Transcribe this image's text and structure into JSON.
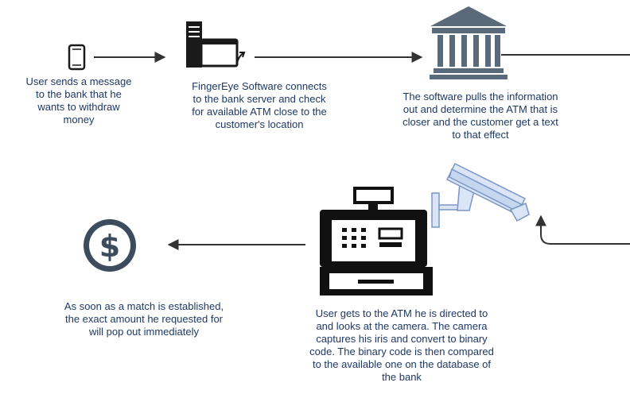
{
  "captions": {
    "user_message": [
      "User sends a message",
      "to the bank that he",
      "wants to withdraw",
      "money"
    ],
    "fingereye": [
      "FingerEye Software connects",
      "to the bank server and check",
      "for available ATM close to the",
      "customer's location"
    ],
    "software_pulls": [
      "The software pulls the information",
      "out and determine the ATM that is",
      "closer and the customer get a text",
      "to that effect"
    ],
    "atm_camera": [
      "User gets to the ATM he is directed to",
      "and looks at the camera. The camera",
      "captures his iris and convert to binary",
      "code. The binary code is then compared",
      "to the available one on the database of",
      "the bank"
    ],
    "cash_out": [
      "As soon as a match is established,",
      "the exact amount he requested for",
      "will pop out immediately"
    ]
  },
  "icons": {
    "phone": "phone-icon",
    "server": "server-icon",
    "bank": "bank-icon",
    "camera": "security-camera-icon",
    "register": "cash-register-icon",
    "dollar": "dollar-icon"
  },
  "colors": {
    "text": "#1f3864",
    "icon_dark": "#1a1a1a",
    "bank": "#5a6a7a",
    "camera_fill": "#dae6f7",
    "camera_stroke": "#7a96c4",
    "dollar": "#3d4c5c",
    "arrow": "#333333"
  }
}
